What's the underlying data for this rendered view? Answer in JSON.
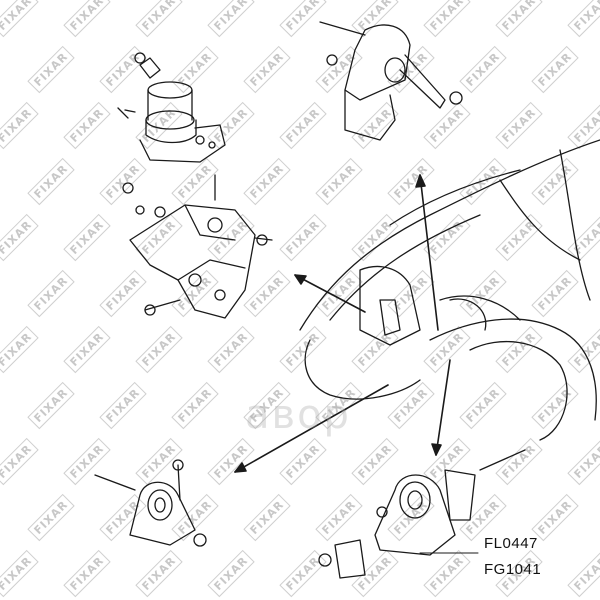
{
  "watermark": {
    "text": "FIXAR"
  },
  "brand_watermark": {
    "text": "авор"
  },
  "part_codes": [
    "FL0447",
    "FG1041"
  ],
  "colors": {
    "line": "#1a1a1a",
    "watermark": "#c8c8c8"
  }
}
